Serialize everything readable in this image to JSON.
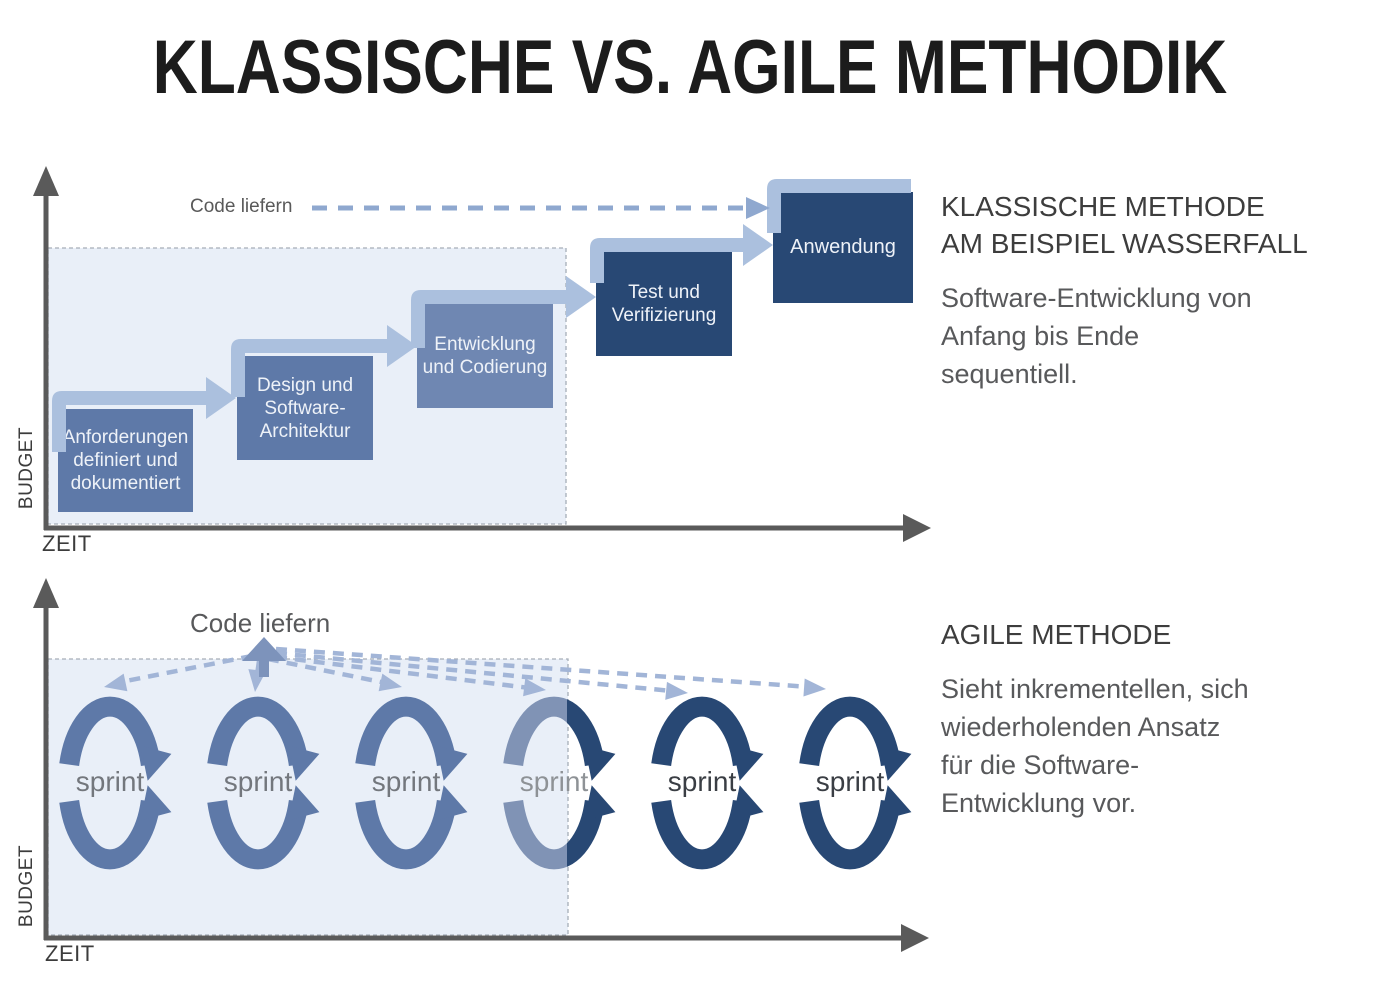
{
  "title": "KLASSISCHE VS. AGILE METHODIK",
  "classic": {
    "delivery_label": "Code liefern",
    "y_axis_label": "BUDGET",
    "x_axis_label": "ZEIT",
    "boxes": [
      {
        "label": "Anforderungen\ndefiniert und\ndokumentiert"
      },
      {
        "label": "Design und\nSoftware-\nArchitektur"
      },
      {
        "label": "Entwicklung\nund Codierung"
      },
      {
        "label": "Test und\nVerifizierung"
      },
      {
        "label": "Anwendung"
      }
    ],
    "panel": {
      "heading": "KLASSISCHE METHODE\nAM BEISPIEL WASSERFALL",
      "body": "Software-Entwicklung von\nAnfang bis Ende\nsequentiell."
    }
  },
  "agile": {
    "delivery_label": "Code liefern",
    "y_axis_label": "BUDGET",
    "x_axis_label": "ZEIT",
    "sprints": [
      "sprint",
      "sprint",
      "sprint",
      "sprint",
      "sprint",
      "sprint"
    ],
    "panel": {
      "heading": "AGILE METHODE",
      "body": "Sieht inkrementellen, sich\nwiederholenden Ansatz\nfür die Software-\nEntwicklung vor."
    }
  },
  "colors": {
    "slate": "#5e79a8",
    "slate_light": "#6f87b2",
    "navy": "#284874",
    "navy_washed": "#8093b5",
    "arrow_band": "#abc0de",
    "dashed_arrow_classic": "#8fa8cf",
    "dashed_arrow_agile": "#a2b5d7",
    "axis": "#5a5a5a",
    "shade_fill": "#e9eff8",
    "shade_border": "#a6aeb8",
    "text_dark": "#3d3d3d",
    "text_gray": "#58595b"
  }
}
